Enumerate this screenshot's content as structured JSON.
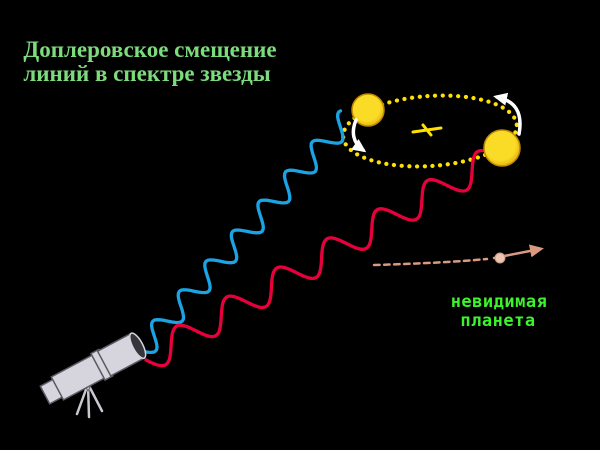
{
  "title": {
    "line1": "Доплеровское смещение",
    "line2": "линий в спектре звезды"
  },
  "planet_label": {
    "line1": "невидимая",
    "line2": "планета"
  },
  "colors": {
    "background": "#000000",
    "title_text": "#7CDC7C",
    "planet_label_text": "#3CF32C",
    "blueshift_wave": "#1BA3E4",
    "redshift_wave": "#E8003C",
    "orbit_dots": "#FFE000",
    "center_of_mass_mark": "#FFE000",
    "star_core": "#FADB25",
    "star_edge": "#DCA70A",
    "star_rim": "#C08A00",
    "motion_arrow": "#FFFFFF",
    "planet_path": "#D99A80",
    "planet_dot": "#ECC6B2",
    "planet_dot_rim": "#C79A86",
    "telescope_body": "#D6D4DC",
    "telescope_outline": "#5A5A62",
    "telescope_mouth": "#36363C",
    "tripod": "#C8C8D0"
  }
}
